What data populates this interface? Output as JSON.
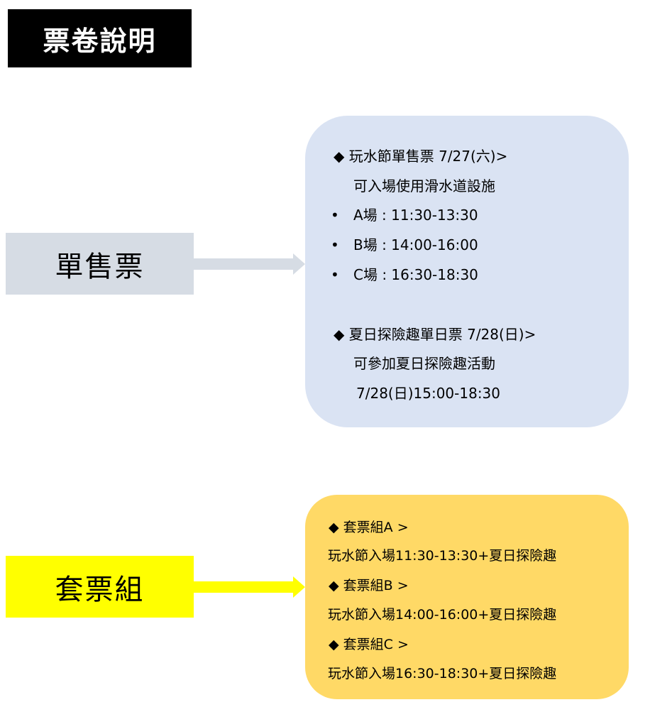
{
  "title": "票卷說明",
  "single": {
    "label": "單售票",
    "color": "#d6dce4",
    "panel_color": "#dae3f3",
    "lines": [
      "◆ 玩水節單售票 7/27(六)>",
      "可入場使用滑水道設施",
      "•",
      "A場 : 11:30-13:30",
      "•",
      "B場 : 14:00-16:00",
      "•",
      "C場 : 16:30-18:30",
      "◆ 夏日探險趣單日票 7/28(日)>",
      "可參加夏日探險趣活動",
      "7/28(日)15:00-18:30"
    ]
  },
  "combo": {
    "label": "套票組",
    "color": "#ffff00",
    "panel_color": "#ffd966",
    "lines": [
      "◆ 套票組A >",
      "玩水節入場11:30-13:30+夏日探險趣",
      "◆ 套票組B >",
      "玩水節入場14:00-16:00+夏日探險趣",
      "◆ 套票組C >",
      "玩水節入場16:30-18:30+夏日探險趣"
    ]
  }
}
